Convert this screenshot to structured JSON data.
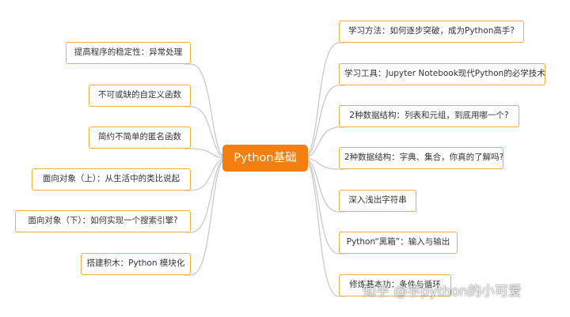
{
  "colors": {
    "accent": "#f47f10",
    "node_border": "#f0ae3c",
    "link": "#c9c9c9"
  },
  "center": {
    "label": "Python基础"
  },
  "left_nodes": [
    {
      "label": "提高程序的稳定性：异常处理"
    },
    {
      "label": "不可或缺的自定义函数"
    },
    {
      "label": "简约不简单的匿名函数"
    },
    {
      "label": "面向对象（上）：从生活中的类比说起"
    },
    {
      "label": "面向对象（下）：如何实现一个搜索引擎?"
    },
    {
      "label": "搭建积木：Python 模块化"
    }
  ],
  "right_nodes": [
    {
      "label": "学习方法：如何逐步突破，成为Python高手?"
    },
    {
      "label": "学习工具：Jupyter Notebook现代Python的必学技术"
    },
    {
      "label": "2种数据结构：列表和元组，到底用哪一个?"
    },
    {
      "label": "2种数据结构：字典、集合，你真的了解吗?"
    },
    {
      "label": "深入浅出字符串"
    },
    {
      "label": "Python“黑箱”：输入与输出"
    },
    {
      "label": "修炼基本功：条件与循环"
    }
  ],
  "watermark": "知乎 @学python的小可爱"
}
